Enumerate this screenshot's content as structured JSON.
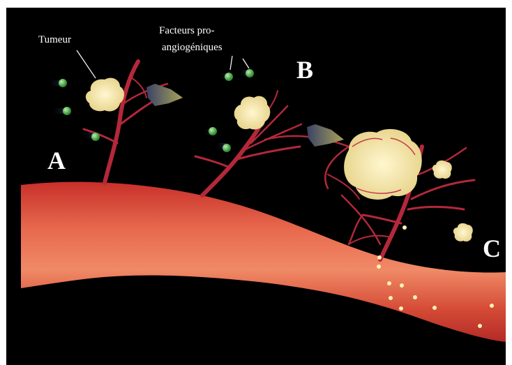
{
  "labels": {
    "tumor": "Tumeur",
    "factors_line1": "Facteurs pro-",
    "factors_line2": "angiogéniques",
    "stage_a": "A",
    "stage_b": "B",
    "stage_c": "C"
  },
  "colors": {
    "background": "#000000",
    "vessel": "#d9452e",
    "vessel_light": "#ee7a5e",
    "capillary": "#b3283a",
    "tumor": "#f3e6a7",
    "factor": "#4ea64c",
    "arrow": "#7f8b54"
  }
}
